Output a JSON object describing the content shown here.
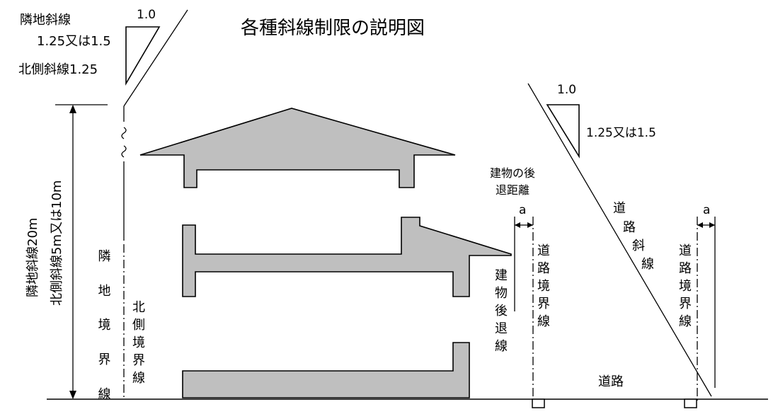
{
  "title": "各種斜線制限の説明図",
  "legend": {
    "neighbor_slope": "隣地斜線",
    "ratio_a": "1.25又は1.5",
    "north_slope": "北側斜線1.25",
    "one": "1.0"
  },
  "road_triangle": {
    "one": "1.0",
    "ratio": "1.25又は1.5"
  },
  "height_label_1": "隣地斜線20m",
  "height_label_2": "北側斜線5m又は10m",
  "neighbor_boundary": "隣地境界線",
  "north_boundary": "北側境界線",
  "setback_distance": "建物の後\n退距離",
  "setback_line": "建物後退線",
  "road_boundary_1": "道路境界線",
  "road_boundary_2": "道路境界線",
  "road_slope": "道路斜線",
  "road": "道路",
  "a_label_1": "a",
  "a_label_2": "a"
}
